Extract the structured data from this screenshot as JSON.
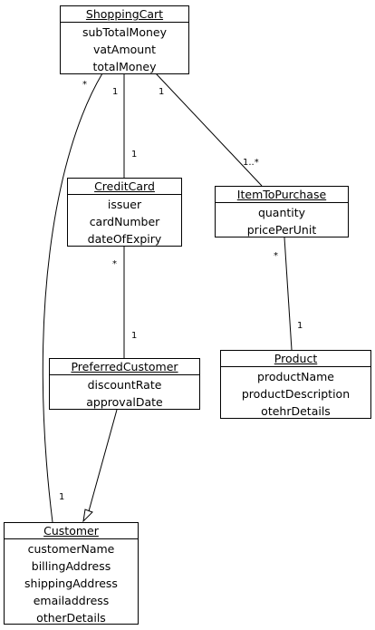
{
  "classes": {
    "shopping_cart": {
      "name": "ShoppingCart",
      "attributes": [
        "subTotalMoney",
        "vatAmount",
        "totalMoney"
      ]
    },
    "credit_card": {
      "name": "CreditCard",
      "attributes": [
        "issuer",
        "cardNumber",
        "dateOfExpiry"
      ]
    },
    "item_to_purchase": {
      "name": "ItemToPurchase",
      "attributes": [
        "quantity",
        "pricePerUnit"
      ]
    },
    "preferred_customer": {
      "name": "PreferredCustomer",
      "attributes": [
        "discountRate",
        "approvalDate"
      ]
    },
    "product": {
      "name": "Product",
      "attributes": [
        "productName",
        "productDescription",
        "otehrDetails"
      ]
    },
    "customer": {
      "name": "Customer",
      "attributes": [
        "customerName",
        "billingAddress",
        "shippingAddress",
        "emailaddress",
        "otherDetails"
      ]
    }
  },
  "associations": {
    "cart_creditcard": {
      "source_multiplicity": "1",
      "target_multiplicity": "1"
    },
    "cart_item": {
      "source_multiplicity": "1",
      "target_multiplicity": "1..*"
    },
    "cart_customer": {
      "source_multiplicity": "*",
      "target_multiplicity": "1"
    },
    "creditcard_preferred": {
      "source_multiplicity": "*",
      "target_multiplicity": "1"
    },
    "item_product": {
      "source_multiplicity": "*",
      "target_multiplicity": "1"
    }
  },
  "generalization": {
    "from": "PreferredCustomer",
    "to": "Customer"
  }
}
